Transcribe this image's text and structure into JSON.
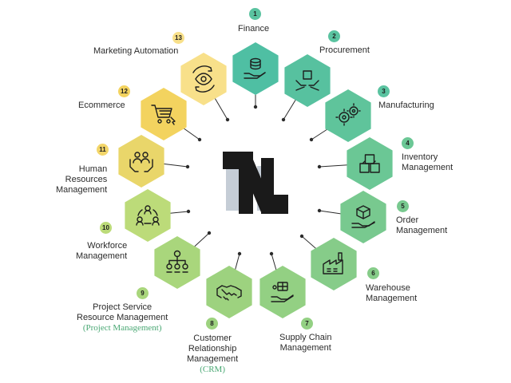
{
  "colors": {
    "teal": "#5ac3a0",
    "green": "#7cc892",
    "lightgreen": "#a6d57e",
    "yellow": "#f3d66a",
    "paleyellow": "#f8e38f",
    "connector": "#2b2b2b",
    "logo_dark": "#1a1a1a",
    "logo_light": "#c5cdd6",
    "sub_label": "#4aa874"
  },
  "modules": [
    {
      "number": "1",
      "label": "Finance",
      "sub": "",
      "color": "#4fbfa3",
      "icon": "coins-hand-icon"
    },
    {
      "number": "2",
      "label": "Procurement",
      "sub": "",
      "color": "#57c19f",
      "icon": "box-hands-icon"
    },
    {
      "number": "3",
      "label": "Manufacturing",
      "sub": "",
      "color": "#5fc49b",
      "icon": "gears-icon"
    },
    {
      "number": "4",
      "label": "Inventory\nManagement",
      "sub": "",
      "color": "#6bc795",
      "icon": "boxes-icon"
    },
    {
      "number": "5",
      "label": "Order\nManagement",
      "sub": "",
      "color": "#78c98f",
      "icon": "box-hand-icon"
    },
    {
      "number": "6",
      "label": "Warehouse\nManagement",
      "sub": "",
      "color": "#86cc89",
      "icon": "warehouse-icon"
    },
    {
      "number": "7",
      "label": "Supply Chain\nManagement",
      "sub": "",
      "color": "#93d083",
      "icon": "supply-chain-icon"
    },
    {
      "number": "8",
      "label": "Customer\nRelationship\nManagement",
      "sub": "(CRM)",
      "color": "#9dd27f",
      "icon": "handshake-icon"
    },
    {
      "number": "9",
      "label": "Project Service\nResource Management",
      "sub": "(Project Management)",
      "color": "#a9d67c",
      "icon": "hierarchy-icon"
    },
    {
      "number": "10",
      "label": "Workforce\nManagement",
      "sub": "",
      "color": "#bcdb79",
      "icon": "team-cycle-icon"
    },
    {
      "number": "11",
      "label": "Human\nResources\nManagement",
      "sub": "",
      "color": "#e9d66a",
      "icon": "people-care-icon"
    },
    {
      "number": "12",
      "label": "Ecommerce",
      "sub": "",
      "color": "#f3d35f",
      "icon": "cart-icon"
    },
    {
      "number": "13",
      "label": "Marketing Automation",
      "sub": "",
      "color": "#f8e08a",
      "icon": "eye-cycle-icon"
    }
  ]
}
